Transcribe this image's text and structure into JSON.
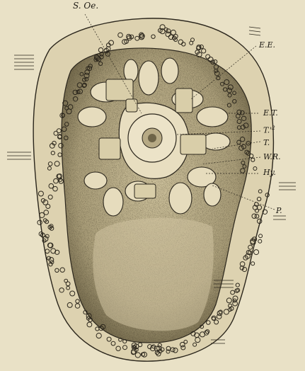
{
  "figure": {
    "labels": {
      "s_oe": "S. Oe.",
      "ee": "E.E.",
      "et": "E.T.",
      "t_prime": "T.'",
      "t_prime_sup": "2",
      "t": "T.",
      "wr": "W.R.",
      "hy": "Hy.",
      "p": "P."
    }
  }
}
